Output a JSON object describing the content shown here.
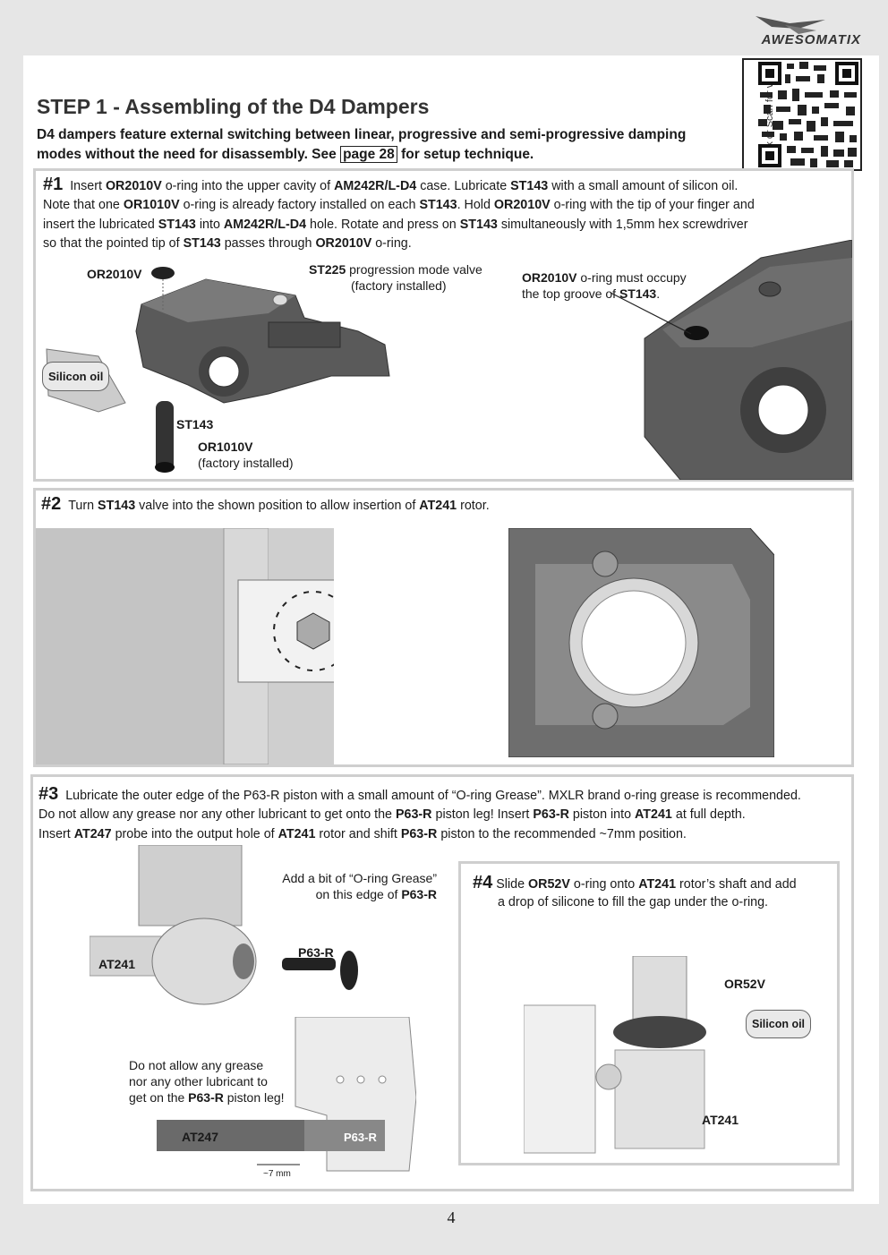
{
  "brand": "AWESOMATIX",
  "qr_side_label": "Click or Scan for video",
  "header": {
    "title": "STEP 1 - Assembling of the D4 Dampers",
    "subtitle_a": "D4 dampers feature external switching between linear, progressive and semi-progressive damping modes without the need for disassembly. See ",
    "subtitle_link": "page 28",
    "subtitle_b": " for setup technique."
  },
  "step1": {
    "number": "#1",
    "line1": [
      "Insert ",
      "OR2010V",
      " o-ring into the upper cavity of ",
      "AM242R/L-D4",
      " case. Lubricate ",
      "ST143",
      " with a small amount of silicon oil."
    ],
    "line2": [
      "Note that one ",
      "OR1010V",
      " o-ring is already factory installed on each ",
      "ST143",
      ". Hold ",
      "OR2010V",
      " o-ring with the tip of your finger and"
    ],
    "line3": [
      "insert the lubricated ",
      "ST143",
      " into ",
      "AM242R/L-D4",
      " hole. Rotate and press on ",
      "ST143",
      " simultaneously with 1,5mm hex screwdriver"
    ],
    "line4": [
      "so that the pointed tip of ",
      "ST143",
      " passes through ",
      "OR2010V",
      " o-ring."
    ],
    "labels": {
      "or2010v": "OR2010V",
      "st225": "ST225",
      "st225_desc": " progression mode valve",
      "factory": "(factory installed)",
      "silicon": "Silicon oil",
      "st143": "ST143",
      "or1010v": "OR1010V",
      "factory2": "(factory installed)",
      "note_a": "OR2010V",
      "note_b": " o-ring must occupy",
      "note_c": "the top groove of ",
      "note_d": "ST143",
      "note_e": "."
    }
  },
  "step2": {
    "number": "#2",
    "text": [
      "Turn ",
      "ST143",
      " valve into the shown position to allow insertion of ",
      "AT241",
      " rotor."
    ]
  },
  "step3": {
    "number": "#3",
    "line1": "Lubricate the outer edge of the P63-R piston with a small amount of “O-ring Grease”. MXLR brand o-ring grease is recommended.",
    "line2": [
      "Do not allow any grease nor any other lubricant to get onto the ",
      "P63-R",
      " piston leg!  Insert ",
      "P63-R",
      " piston into ",
      "AT241",
      " at full depth."
    ],
    "line3": [
      "Insert ",
      "AT247",
      " probe into the output hole of ",
      "AT241",
      " rotor and shift ",
      "P63-R",
      " piston to the recommended ~7mm position."
    ],
    "labels": {
      "grease_a": "Add a bit of “O-ring Grease”",
      "grease_b": "on this edge of ",
      "grease_c": "P63-R",
      "p63r": "P63-R",
      "at241": "AT241",
      "warn_a": "Do not allow any grease",
      "warn_b": "nor any other lubricant to",
      "warn_c": "get on the ",
      "warn_d": "P63-R",
      "warn_e": " piston leg!",
      "at247": "AT247",
      "p63r_inner": "P63-R",
      "dim": "~7 mm"
    }
  },
  "step4": {
    "number": "#4",
    "line1": [
      "Slide ",
      "OR52V",
      " o-ring onto ",
      "AT241",
      " rotor’s shaft and add"
    ],
    "line2": "a drop of silicone to fill the gap under the o-ring.",
    "labels": {
      "or52v": "OR52V",
      "silicon": "Silicon oil",
      "at241": "AT241"
    }
  },
  "page_number": "4"
}
